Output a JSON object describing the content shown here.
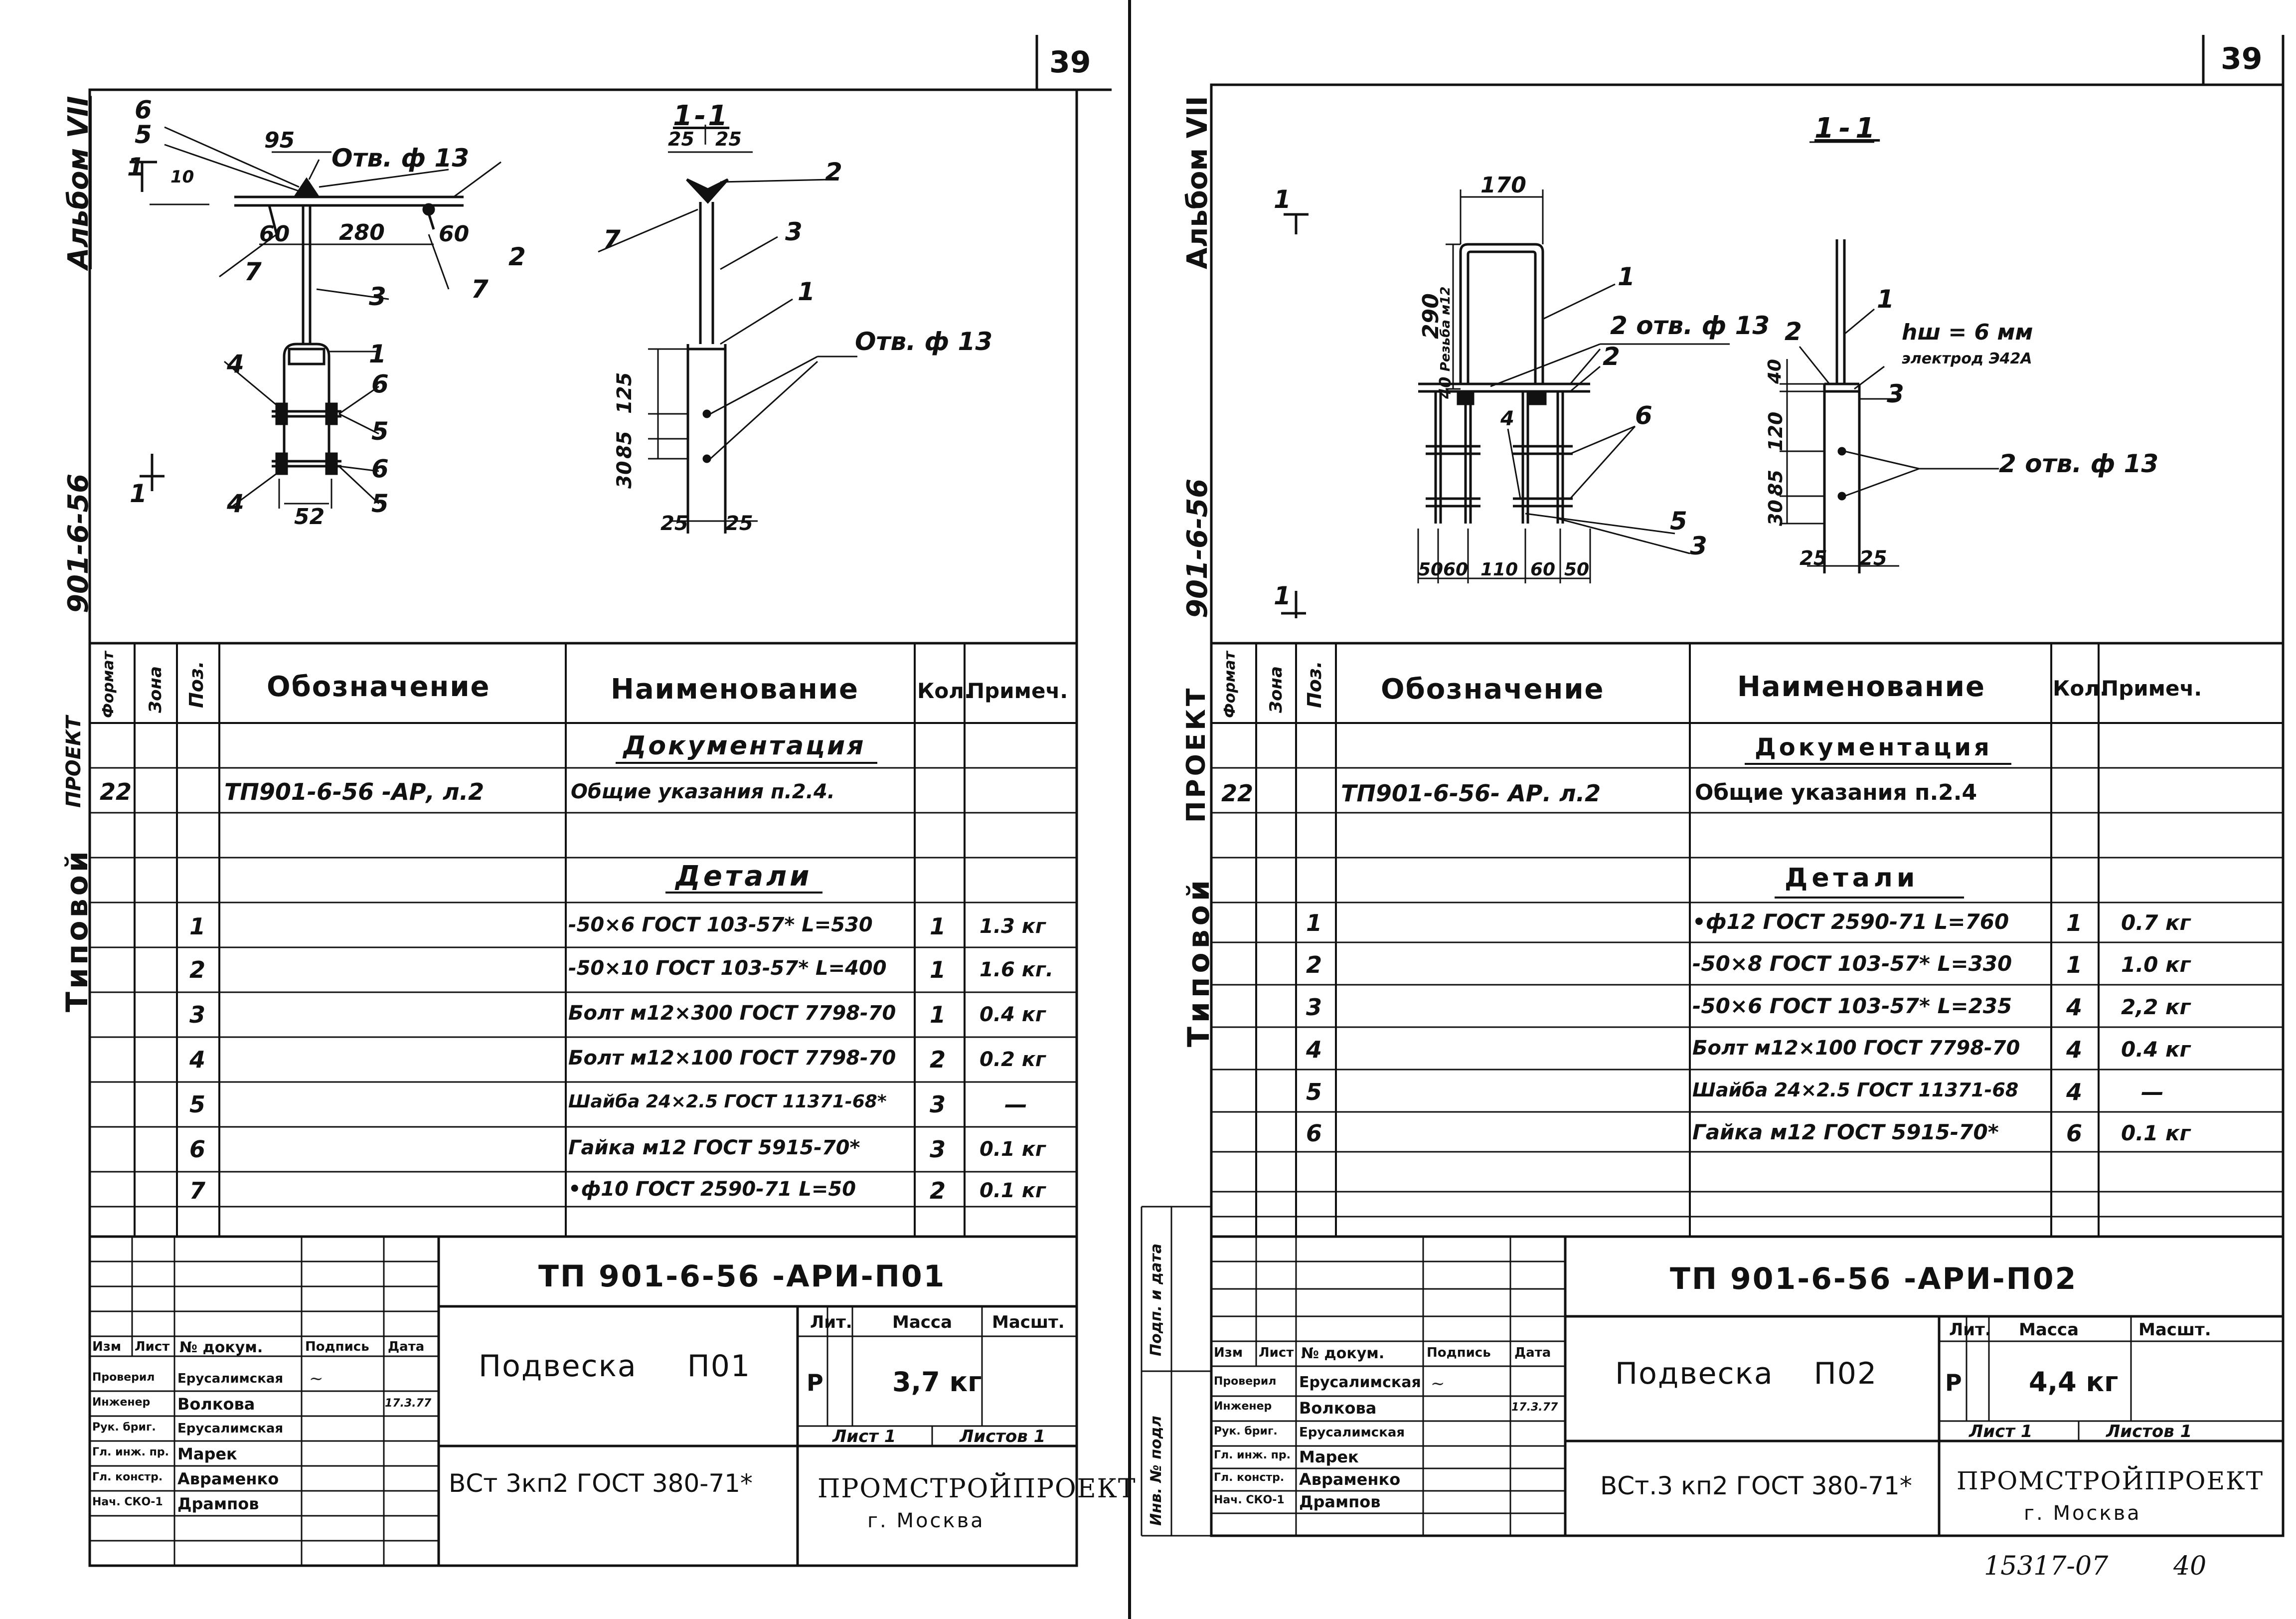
{
  "left": {
    "page_number": "39",
    "side": {
      "album": "Альбом VII",
      "project": "901-6-56",
      "typovoy": "Типовой",
      "proekt": "ПРОЕКТ"
    },
    "drawing": {
      "dims": [
        "95",
        "10",
        "60",
        "280",
        "60",
        "125",
        "30",
        "85",
        "52",
        "25",
        "25",
        "25",
        "25"
      ],
      "hole_note": "Отв. ф 13",
      "section": "1-1",
      "cut": "1",
      "positions": [
        "6",
        "5",
        "2",
        "7",
        "7",
        "3",
        "4",
        "1",
        "6",
        "5",
        "4",
        "6",
        "5",
        "2",
        "7",
        "3",
        "1"
      ]
    },
    "spec": {
      "headers": {
        "format": "Формат",
        "zona": "Зона",
        "poz": "Поз.",
        "oboz": "Обозначение",
        "naim": "Наименование",
        "kol": "Кол.",
        "prim": "Примеч."
      },
      "section_docs": "Документация",
      "docs_row": {
        "format": "22",
        "oboz": "ТП901-6-56 -АР, л.2",
        "naim": "Общие указания п.2.4."
      },
      "section_details": "Детали",
      "rows": [
        {
          "poz": "1",
          "naim": "-50×6 ГОСТ 103-57* L=530",
          "kol": "1",
          "prim": "1.3 кг"
        },
        {
          "poz": "2",
          "naim": "-50×10 ГОСТ 103-57* L=400",
          "kol": "1",
          "prim": "1.6 кг."
        },
        {
          "poz": "3",
          "naim": "Болт м12×300 ГОСТ 7798-70",
          "kol": "1",
          "prim": "0.4 кг"
        },
        {
          "poz": "4",
          "naim": "Болт м12×100 ГОСТ 7798-70",
          "kol": "2",
          "prim": "0.2 кг"
        },
        {
          "poz": "5",
          "naim": "Шайба 24×2.5 ГОСТ 11371-68*",
          "kol": "3",
          "prim": "—"
        },
        {
          "poz": "6",
          "naim": "Гайка м12 ГОСТ 5915-70*",
          "kol": "3",
          "prim": "0.1 кг"
        },
        {
          "poz": "7",
          "naim": "•ф10 ГОСТ 2590-71 L=50",
          "kol": "2",
          "prim": "0.1 кг"
        }
      ]
    },
    "titleblock": {
      "code": "ТП 901-6-56 -АРИ-П01",
      "name": "Подвеска П01",
      "material": "ВСт 3кп2 ГОСТ 380-71*",
      "lit_label": "Лит.",
      "mass_label": "Масса",
      "scale_label": "Масшт.",
      "lit": "Р",
      "mass": "3,7 кг",
      "sheet_label": "Лист 1",
      "sheets_label": "Листов 1",
      "org": "ПРОМСТРОЙПРОЕКТ",
      "city": "г. Москва",
      "cols": {
        "izm": "Изм",
        "list": "Лист",
        "doc": "№ докум.",
        "sign": "Подпись",
        "date": "Дата"
      },
      "people": [
        {
          "role": "Проверил",
          "name": "Ерусалимская"
        },
        {
          "role": "Инженер",
          "name": "Волкова"
        },
        {
          "role": "Рук. бриг.",
          "name": "Ерусалимская"
        },
        {
          "role": "Гл. инж. пр.",
          "name": "Марек"
        },
        {
          "role": "Гл. констр.",
          "name": "Авраменко"
        },
        {
          "role": "Нач. СКО-1",
          "name": "Дрампов"
        }
      ],
      "date_value": "17.3.77"
    }
  },
  "right": {
    "page_number": "39",
    "side": {
      "album": "Альбом VII",
      "project": "901-6-56",
      "typovoy": "Типовой",
      "proekt": "ПРОЕКТ",
      "inv": "Инв. № подл",
      "sign_date": "Подп. и дата"
    },
    "drawing": {
      "dims": [
        "170",
        "290",
        "40",
        "50",
        "60",
        "110",
        "60",
        "50",
        "120",
        "30",
        "85",
        "25",
        "25"
      ],
      "thread": "Резьба м12",
      "holes_note1": "2 отв. ф 13",
      "holes_note2": "2 отв. ф 13",
      "weld_note": "hш = 6 мм",
      "electrode": "электрод Э42А",
      "section": "1-1",
      "cut": "1",
      "positions": [
        "1",
        "2",
        "6",
        "4",
        "5",
        "3",
        "2",
        "1",
        "3"
      ]
    },
    "spec": {
      "headers": {
        "format": "Формат",
        "zona": "Зона",
        "poz": "Поз.",
        "oboz": "Обозначение",
        "naim": "Наименование",
        "kol": "Кол.",
        "prim": "Примеч."
      },
      "section_docs": "Документация",
      "docs_row": {
        "format": "22",
        "oboz": "ТП901-6-56- АР. л.2",
        "naim": "Общие указания п.2.4"
      },
      "section_details": "Детали",
      "rows": [
        {
          "poz": "1",
          "naim": "•ф12 ГОСТ 2590-71 L=760",
          "kol": "1",
          "prim": "0.7 кг"
        },
        {
          "poz": "2",
          "naim": "-50×8 ГОСТ 103-57* L=330",
          "kol": "1",
          "prim": "1.0 кг"
        },
        {
          "poz": "3",
          "naim": "-50×6 ГОСТ 103-57* L=235",
          "kol": "4",
          "prim": "2,2 кг"
        },
        {
          "poz": "4",
          "naim": "Болт м12×100 ГОСТ 7798-70",
          "kol": "4",
          "prim": "0.4 кг"
        },
        {
          "poz": "5",
          "naim": "Шайба 24×2.5 ГОСТ 11371-68",
          "kol": "4",
          "prim": "—"
        },
        {
          "poz": "6",
          "naim": "Гайка м12 ГОСТ 5915-70*",
          "kol": "6",
          "prim": "0.1 кг"
        }
      ]
    },
    "titleblock": {
      "code": "ТП 901-6-56 -АРИ-П02",
      "name": "Подвеска П02",
      "material": "ВСт.3 кп2 ГОСТ 380-71*",
      "lit_label": "Лит.",
      "mass_label": "Масса",
      "scale_label": "Масшт.",
      "lit": "Р",
      "mass": "4,4 кг",
      "sheet_label": "Лист 1",
      "sheets_label": "Листов 1",
      "org": "ПРОМСТРОЙПРОЕКТ",
      "city": "г. Москва",
      "cols": {
        "izm": "Изм",
        "list": "Лист",
        "doc": "№ докум.",
        "sign": "Подпись",
        "date": "Дата"
      },
      "people": [
        {
          "role": "Проверил",
          "name": "Ерусалимская"
        },
        {
          "role": "Инженер",
          "name": "Волкова"
        },
        {
          "role": "Рук. бриг.",
          "name": "Ерусалимская"
        },
        {
          "role": "Гл. инж. пр.",
          "name": "Марек"
        },
        {
          "role": "Гл. констр.",
          "name": "Авраменко"
        },
        {
          "role": "Нач. СКО-1",
          "name": "Дрампов"
        }
      ],
      "date_value": "17.3.77"
    },
    "footer_code": "15317-07",
    "footer_page": "40"
  }
}
